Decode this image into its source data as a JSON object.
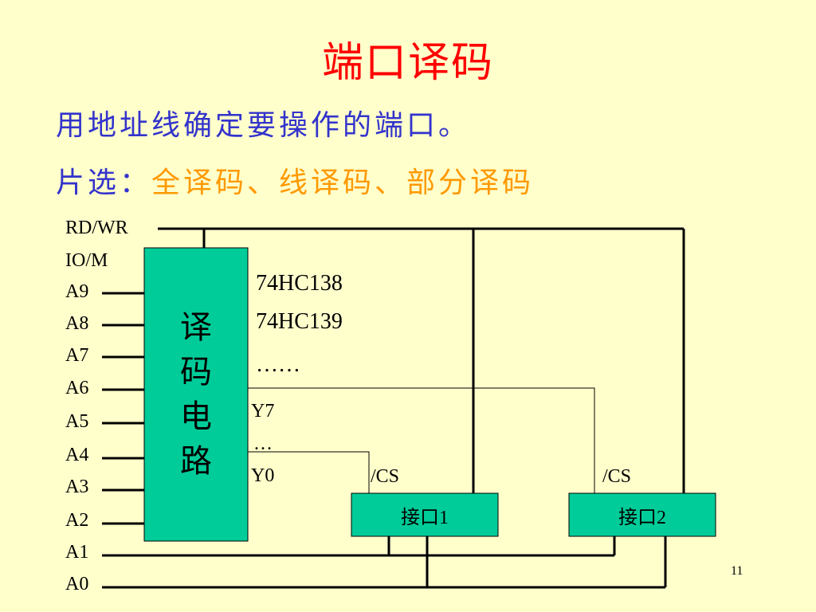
{
  "title": "端口译码",
  "intro": "用地址线确定要操作的端口。",
  "chip_select": {
    "label": "片选：",
    "methods": "全译码、线译码、部分译码"
  },
  "diagram": {
    "control_signals": [
      "RD/WR",
      "IO/M"
    ],
    "address_lines": [
      "A9",
      "A8",
      "A7",
      "A6",
      "A5",
      "A4",
      "A3",
      "A2",
      "A1",
      "A0"
    ],
    "decoder": {
      "chars": [
        "译",
        "码",
        "电",
        "路"
      ],
      "chips": [
        "74HC138",
        "74HC139",
        "……"
      ],
      "outputs": [
        "Y7",
        "…",
        "Y0"
      ]
    },
    "interface1": {
      "label": "接口1",
      "cs": "/CS"
    },
    "interface2": {
      "label": "接口2",
      "cs": "/CS"
    },
    "colors": {
      "box_fill": "#00CC99",
      "thin_line": "#000000",
      "thick_line": "#000000"
    }
  },
  "page_number": "11"
}
